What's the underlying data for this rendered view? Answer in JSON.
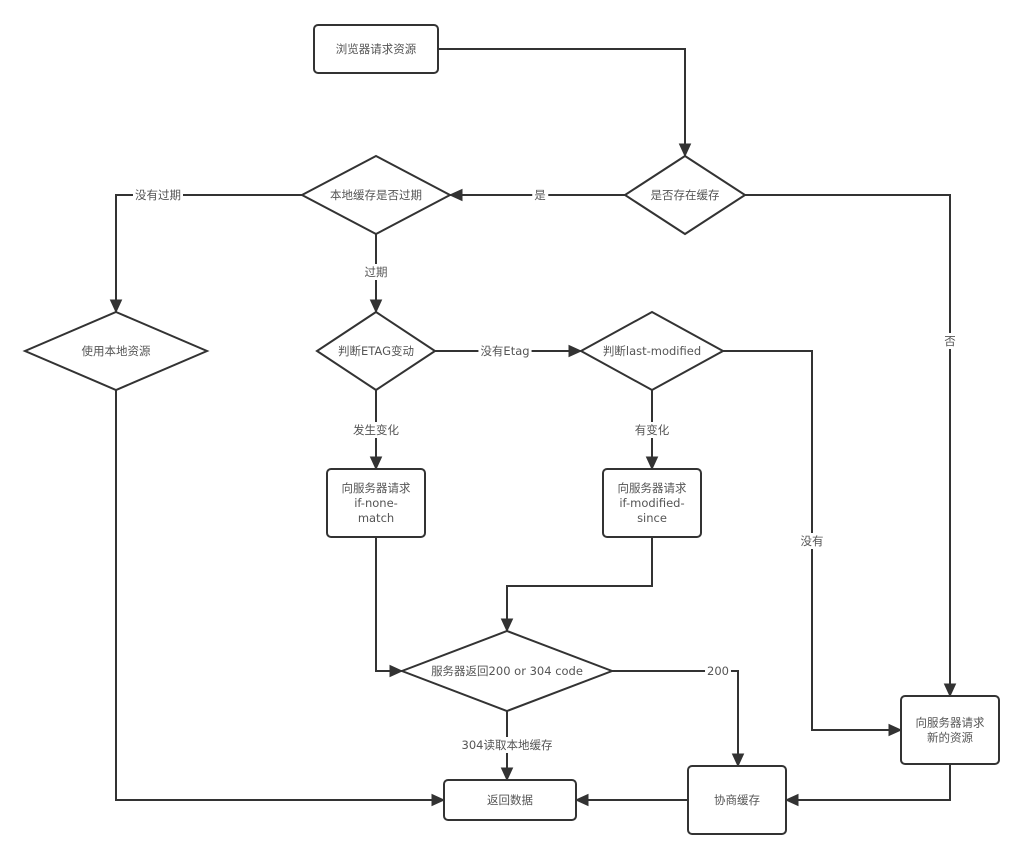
{
  "diagram": {
    "title": "Browser cache flow",
    "nodes": {
      "browser_request": {
        "shape": "rect",
        "lines": [
          "浏览器请求资源"
        ]
      },
      "cache_exists": {
        "shape": "diamond",
        "lines": [
          "是否存在缓存"
        ]
      },
      "local_expired": {
        "shape": "diamond",
        "lines": [
          "本地缓存是否过期"
        ]
      },
      "use_local": {
        "shape": "diamond",
        "lines": [
          "使用本地资源"
        ]
      },
      "etag_check": {
        "shape": "diamond",
        "lines": [
          "判断ETAG变动"
        ]
      },
      "last_modified_check": {
        "shape": "diamond",
        "lines": [
          "判断last-modified"
        ]
      },
      "req_if_none_match": {
        "shape": "rect",
        "lines": [
          "向服务器请求",
          "if-none-",
          "match"
        ]
      },
      "req_if_modified_since": {
        "shape": "rect",
        "lines": [
          "向服务器请求",
          "if-modified-",
          "since"
        ]
      },
      "server_return": {
        "shape": "diamond",
        "lines": [
          "服务器返回200 or 304 code"
        ]
      },
      "return_data": {
        "shape": "rect",
        "lines": [
          "返回数据"
        ]
      },
      "negotiate_cache": {
        "shape": "rect",
        "lines": [
          "协商缓存"
        ]
      },
      "req_new_resource": {
        "shape": "rect",
        "lines": [
          "向服务器请求",
          "新的资源"
        ]
      }
    },
    "edges": [
      {
        "from": "browser_request",
        "to": "cache_exists",
        "label": ""
      },
      {
        "from": "cache_exists",
        "to": "local_expired",
        "label": "是"
      },
      {
        "from": "cache_exists",
        "to": "req_new_resource",
        "label": "否"
      },
      {
        "from": "local_expired",
        "to": "use_local",
        "label": "没有过期"
      },
      {
        "from": "local_expired",
        "to": "etag_check",
        "label": "过期"
      },
      {
        "from": "etag_check",
        "to": "last_modified_check",
        "label": "没有Etag"
      },
      {
        "from": "etag_check",
        "to": "req_if_none_match",
        "label": "发生变化"
      },
      {
        "from": "last_modified_check",
        "to": "req_if_modified_since",
        "label": "有变化"
      },
      {
        "from": "last_modified_check",
        "to": "req_new_resource",
        "label": "没有"
      },
      {
        "from": "req_if_none_match",
        "to": "server_return",
        "label": ""
      },
      {
        "from": "req_if_modified_since",
        "to": "server_return",
        "label": ""
      },
      {
        "from": "server_return",
        "to": "negotiate_cache",
        "label": "200"
      },
      {
        "from": "server_return",
        "to": "return_data",
        "label": "304读取本地缓存"
      },
      {
        "from": "use_local",
        "to": "return_data",
        "label": ""
      },
      {
        "from": "negotiate_cache",
        "to": "return_data",
        "label": ""
      },
      {
        "from": "req_new_resource",
        "to": "negotiate_cache",
        "label": ""
      }
    ]
  }
}
